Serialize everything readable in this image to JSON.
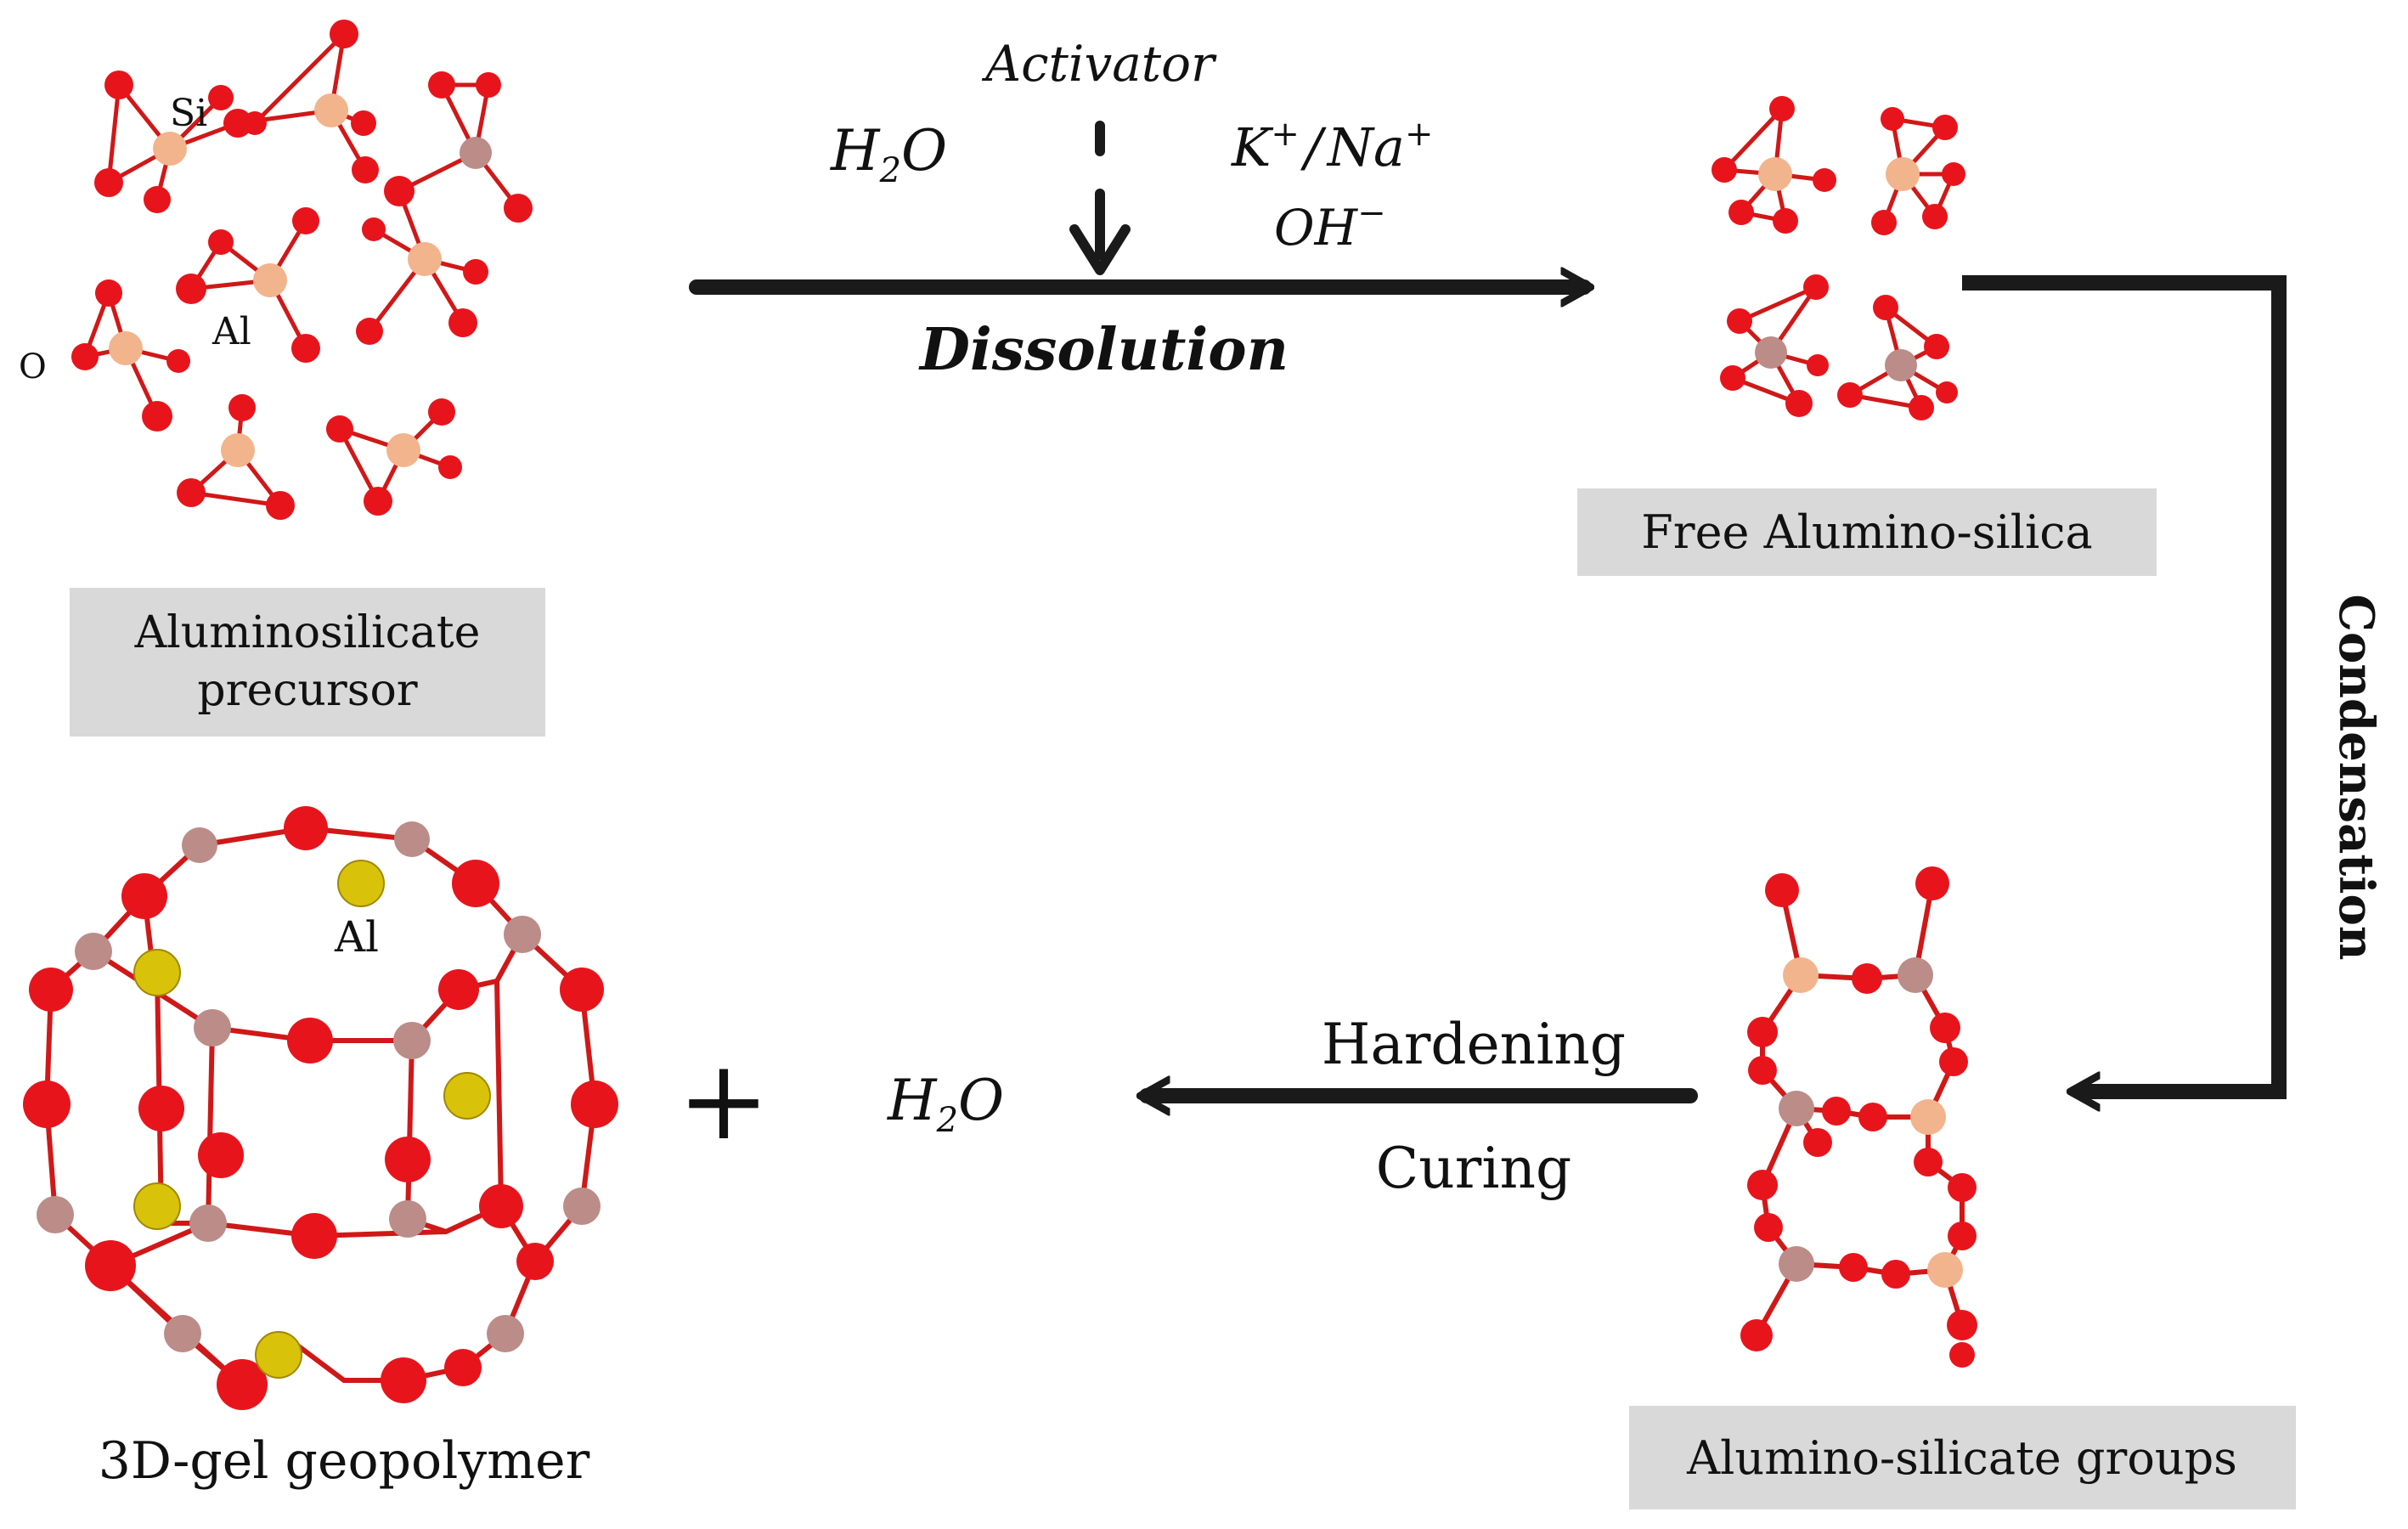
{
  "colors": {
    "oxygen": "#e8141c",
    "silicon": "#f2b48c",
    "aluminum_site": "#bb8c88",
    "aluminum_yellow": "#d9c20a",
    "bond": "#d01818",
    "arrow": "#1a1a1a",
    "label_box": "#d9d9d9"
  },
  "stages": {
    "precursor": {
      "label_line1": "Aluminosilicate",
      "label_line2": "precursor",
      "atom_si": "Si",
      "atom_al": "Al",
      "atom_o": "O"
    },
    "free": {
      "label": "Free Alumino-silica"
    },
    "groups": {
      "label": "Alumino-silicate groups"
    },
    "gel": {
      "label": "3D-gel geopolymer",
      "atom_al": "Al"
    }
  },
  "dissolution": {
    "activator": "Activator",
    "water_main": "H",
    "water_sub": "2",
    "water_tail": "O",
    "cation_k": "K",
    "cation_sep": "/",
    "cation_na": "Na",
    "plus_sign": "+",
    "hydroxide_base": "OH",
    "minus_sign": "−",
    "label": "Dissolution"
  },
  "condensation": {
    "label": "Condensation"
  },
  "hardening": {
    "label_top": "Hardening",
    "label_bottom": "Curing"
  },
  "byproduct": {
    "plus": "+",
    "water_main": "H",
    "water_sub": "2",
    "water_tail": "O"
  }
}
